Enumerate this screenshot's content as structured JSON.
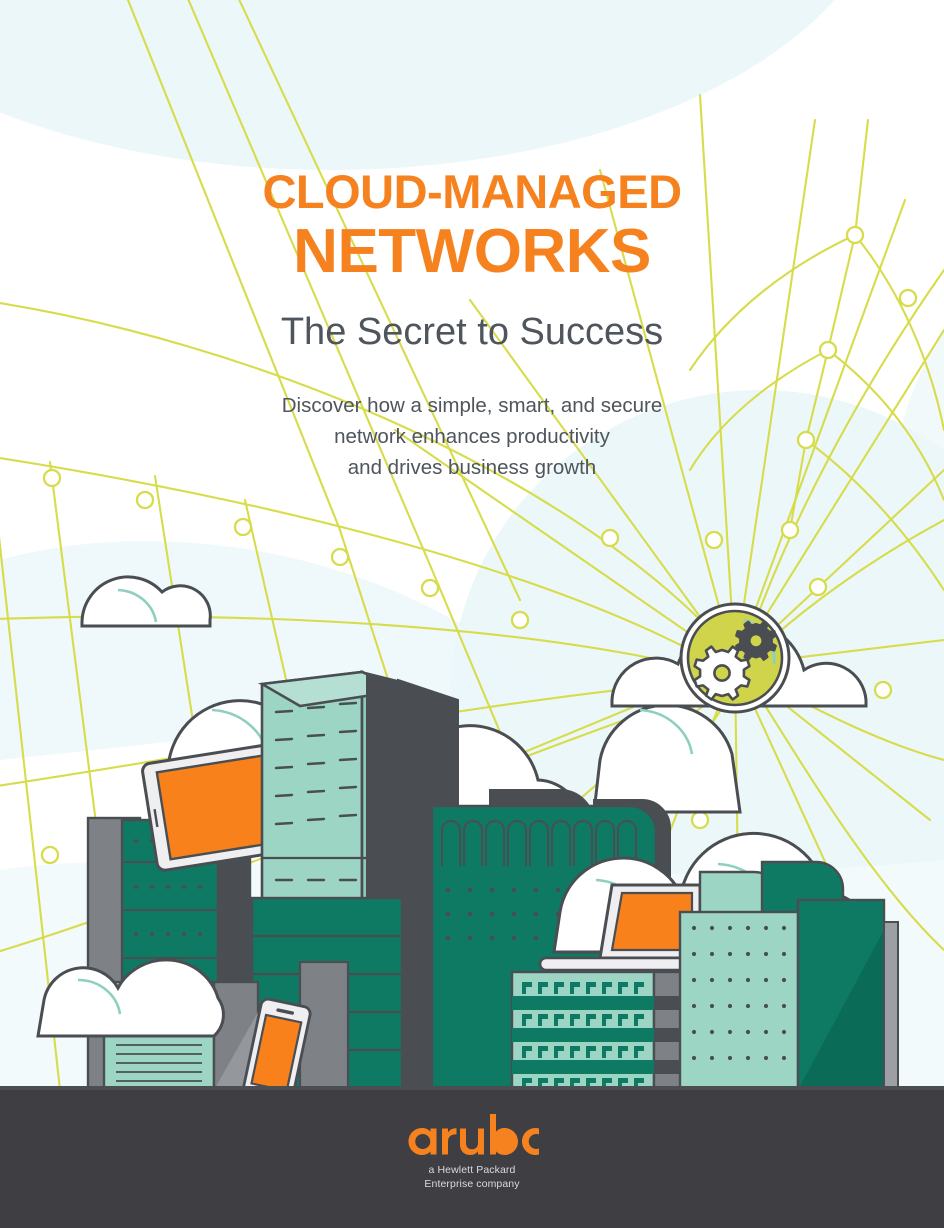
{
  "document": {
    "type": "ebook-cover",
    "title_line1": "CLOUD-MANAGED",
    "title_line2": "NETWORKS",
    "subtitle": "The Secret to Success",
    "deck_line1": "Discover how a simple, smart, and secure",
    "deck_line2": "network enhances productivity",
    "deck_line3": "and drives business growth"
  },
  "footer": {
    "brand_name": "aruba",
    "tagline_line1": "a Hewlett Packard",
    "tagline_line2": "Enterprise company",
    "background_color": "#3E3E43"
  },
  "colors": {
    "brand_orange": "#F5821F",
    "text_slate": "#4F555C",
    "network_yellow": "#D7DC4B",
    "accent_lime": "#CFD44A",
    "pale_blue": "#ECF7FA",
    "teal_dark": "#0E7A63",
    "teal_mid": "#2FA18A",
    "teal_light": "#9DD5C4",
    "grey_dark": "#4A4E52",
    "grey_mid": "#7E8286",
    "outline": "#4A4E52",
    "white": "#FFFFFF"
  },
  "illustration": {
    "scene_name": "cloud-managed-city-skyline",
    "elements": [
      "network-mesh-lines",
      "cloud-with-gears-icon",
      "outline-cloud",
      "city-skyline-buildings",
      "tablet-device",
      "smartphone-device",
      "laptop-device",
      "cumulus-clouds"
    ]
  }
}
